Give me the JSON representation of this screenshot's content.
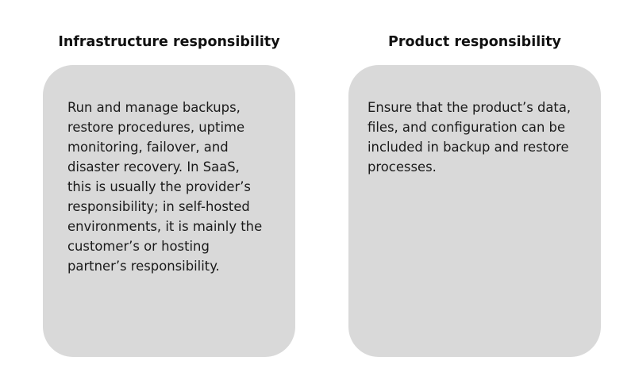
{
  "infrastructure": {
    "title": "Infrastructure responsibility",
    "lines": [
      "Run and manage backups,",
      "restore procedures, uptime",
      "monitoring, failover, and",
      "disaster recovery. In SaaS,",
      "this is usually the provider’s",
      "responsibility; in self-hosted",
      "environments, it is mainly the",
      "customer’s or hosting",
      "partner’s responsibility."
    ]
  },
  "product": {
    "title": "Product responsibility",
    "lines": [
      "Ensure that the product’s data,",
      "files, and configuration can be",
      "included in backup and restore",
      "processes."
    ]
  },
  "colors": {
    "card_background": "#d9d9d9",
    "text": "#1a1a1a"
  }
}
